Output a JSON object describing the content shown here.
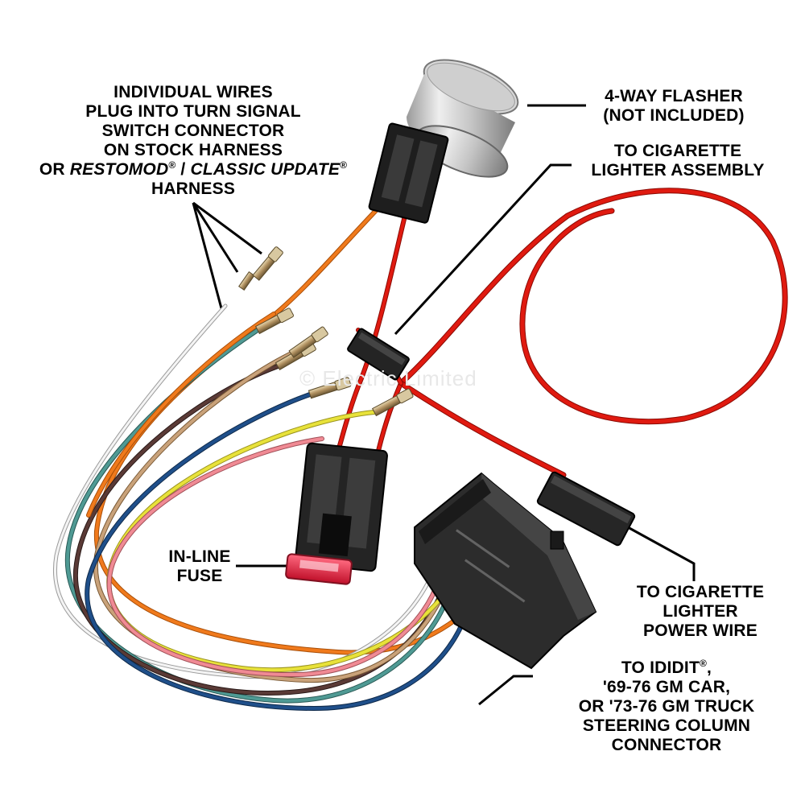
{
  "labels": {
    "individual_wires": {
      "line1": "INDIVIDUAL WIRES",
      "line2": "PLUG INTO TURN SIGNAL",
      "line3": "SWITCH CONNECTOR",
      "line4": "ON STOCK HARNESS",
      "line5_prefix": "OR ",
      "line5_italic1": "RESTOMOD",
      "line5_reg1": "®",
      "line5_sep": " / ",
      "line5_italic2": "CLASSIC UPDATE",
      "line5_reg2": "®",
      "line6": "HARNESS"
    },
    "flasher": {
      "line1": "4-WAY FLASHER",
      "line2": "(NOT INCLUDED)"
    },
    "lighter_assembly": {
      "line1": "TO CIGARETTE",
      "line2": "LIGHTER ASSEMBLY"
    },
    "inline_fuse": {
      "line1": "IN-LINE",
      "line2": "FUSE"
    },
    "lighter_power": {
      "line1": "TO CIGARETTE",
      "line2": "LIGHTER",
      "line3": "POWER WIRE"
    },
    "column_connector": {
      "line1_text": "TO IDIDIT",
      "line1_reg": "®",
      "line1_suffix": ",",
      "line2": "'69-76 GM CAR,",
      "line3": "OR '73-76 GM TRUCK",
      "line4": "STEERING COLUMN",
      "line5": "CONNECTOR"
    }
  },
  "watermark": "© Electric Limited",
  "colors": {
    "red_wire": "#e01a10",
    "orange_wire": "#f07a1c",
    "white_wire": "#e8e8e8",
    "teal_wire": "#4f9a94",
    "brown_wire": "#5a3a36",
    "tan_wire": "#c9a27a",
    "blue_wire": "#1f4f8a",
    "yellow_wire": "#e8e23a",
    "pink_wire": "#f08a94",
    "connector_black": "#2a2a2a",
    "flasher_silver": "#c8c8c8",
    "fuse_red": "#e8203a"
  }
}
